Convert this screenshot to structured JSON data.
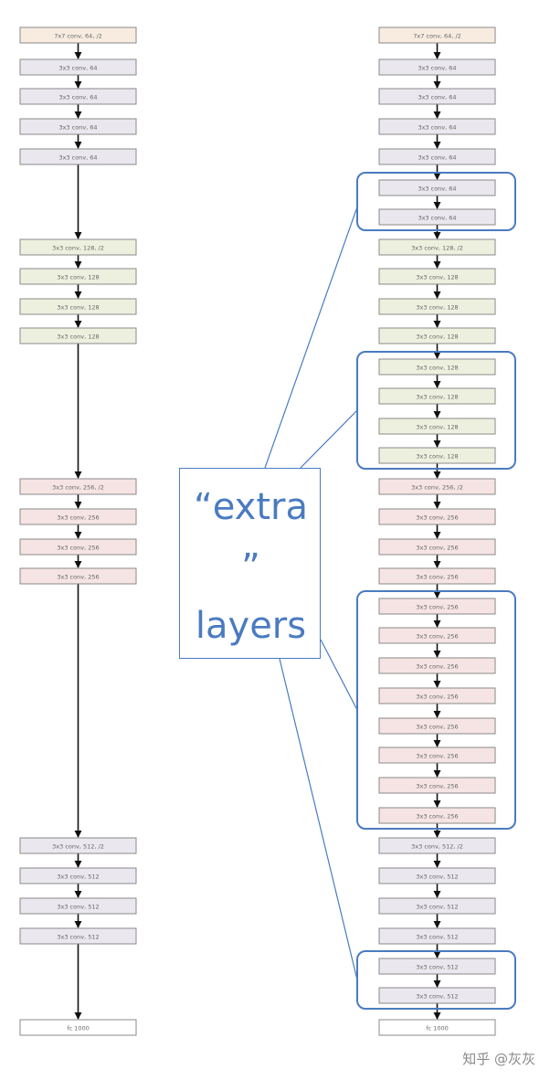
{
  "colors": {
    "tan": "#f8ece0",
    "lavender": "#eae7ef",
    "green": "#eef0df",
    "pink": "#f5e4e3",
    "white": "#ffffff",
    "highlight": "#4a7bc1"
  },
  "left_column": [
    {
      "label": "7x7 conv, 64, /2",
      "color": "tan"
    },
    {
      "label": "3x3 conv, 64",
      "color": "lavender"
    },
    {
      "label": "3x3 conv, 64",
      "color": "lavender"
    },
    {
      "label": "3x3 conv, 64",
      "color": "lavender"
    },
    {
      "label": "3x3 conv, 64",
      "color": "lavender"
    },
    {
      "label": "3x3 conv, 128, /2",
      "color": "green"
    },
    {
      "label": "3x3 conv, 128",
      "color": "green"
    },
    {
      "label": "3x3 conv, 128",
      "color": "green"
    },
    {
      "label": "3x3 conv, 128",
      "color": "green"
    },
    {
      "label": "3x3 conv, 256, /2",
      "color": "pink"
    },
    {
      "label": "3x3 conv, 256",
      "color": "pink"
    },
    {
      "label": "3x3 conv, 256",
      "color": "pink"
    },
    {
      "label": "3x3 conv, 256",
      "color": "pink"
    },
    {
      "label": "3x3 conv, 512, /2",
      "color": "lavender"
    },
    {
      "label": "3x3 conv, 512",
      "color": "lavender"
    },
    {
      "label": "3x3 conv, 512",
      "color": "lavender"
    },
    {
      "label": "3x3 conv, 512",
      "color": "lavender"
    },
    {
      "label": "fc 1000",
      "color": "white"
    }
  ],
  "right_column": [
    {
      "label": "7x7 conv, 64, /2",
      "color": "tan"
    },
    {
      "label": "3x3 conv, 64",
      "color": "lavender"
    },
    {
      "label": "3x3 conv, 64",
      "color": "lavender"
    },
    {
      "label": "3x3 conv, 64",
      "color": "lavender"
    },
    {
      "label": "3x3 conv, 64",
      "color": "lavender"
    },
    {
      "label": "3x3 conv, 64",
      "color": "lavender"
    },
    {
      "label": "3x3 conv, 64",
      "color": "lavender"
    },
    {
      "label": "3x3 conv, 128, /2",
      "color": "green"
    },
    {
      "label": "3x3 conv, 128",
      "color": "green"
    },
    {
      "label": "3x3 conv, 128",
      "color": "green"
    },
    {
      "label": "3x3 conv, 128",
      "color": "green"
    },
    {
      "label": "3x3 conv, 128",
      "color": "green"
    },
    {
      "label": "3x3 conv, 128",
      "color": "green"
    },
    {
      "label": "3x3 conv, 128",
      "color": "green"
    },
    {
      "label": "3x3 conv, 128",
      "color": "green"
    },
    {
      "label": "3x3 conv, 256, /2",
      "color": "pink"
    },
    {
      "label": "3x3 conv, 256",
      "color": "pink"
    },
    {
      "label": "3x3 conv, 256",
      "color": "pink"
    },
    {
      "label": "3x3 conv, 256",
      "color": "pink"
    },
    {
      "label": "3x3 conv, 256",
      "color": "pink"
    },
    {
      "label": "3x3 conv, 256",
      "color": "pink"
    },
    {
      "label": "3x3 conv, 256",
      "color": "pink"
    },
    {
      "label": "3x3 conv, 256",
      "color": "pink"
    },
    {
      "label": "3x3 conv, 256",
      "color": "pink"
    },
    {
      "label": "3x3 conv, 256",
      "color": "pink"
    },
    {
      "label": "3x3 conv, 256",
      "color": "pink"
    },
    {
      "label": "3x3 conv, 256",
      "color": "pink"
    },
    {
      "label": "3x3 conv, 512, /2",
      "color": "lavender"
    },
    {
      "label": "3x3 conv, 512",
      "color": "lavender"
    },
    {
      "label": "3x3 conv, 512",
      "color": "lavender"
    },
    {
      "label": "3x3 conv, 512",
      "color": "lavender"
    },
    {
      "label": "3x3 conv, 512",
      "color": "lavender"
    },
    {
      "label": "3x3 conv, 512",
      "color": "lavender"
    },
    {
      "label": "fc 1000",
      "color": "white"
    }
  ],
  "extra_groups": [
    {
      "first": 5,
      "last": 6
    },
    {
      "first": 11,
      "last": 14
    },
    {
      "first": 19,
      "last": 26
    },
    {
      "first": 31,
      "last": 32
    }
  ],
  "callout": {
    "line1": "“extra",
    "line2": "”",
    "line3": "layers"
  },
  "watermark": "知乎 @灰灰"
}
